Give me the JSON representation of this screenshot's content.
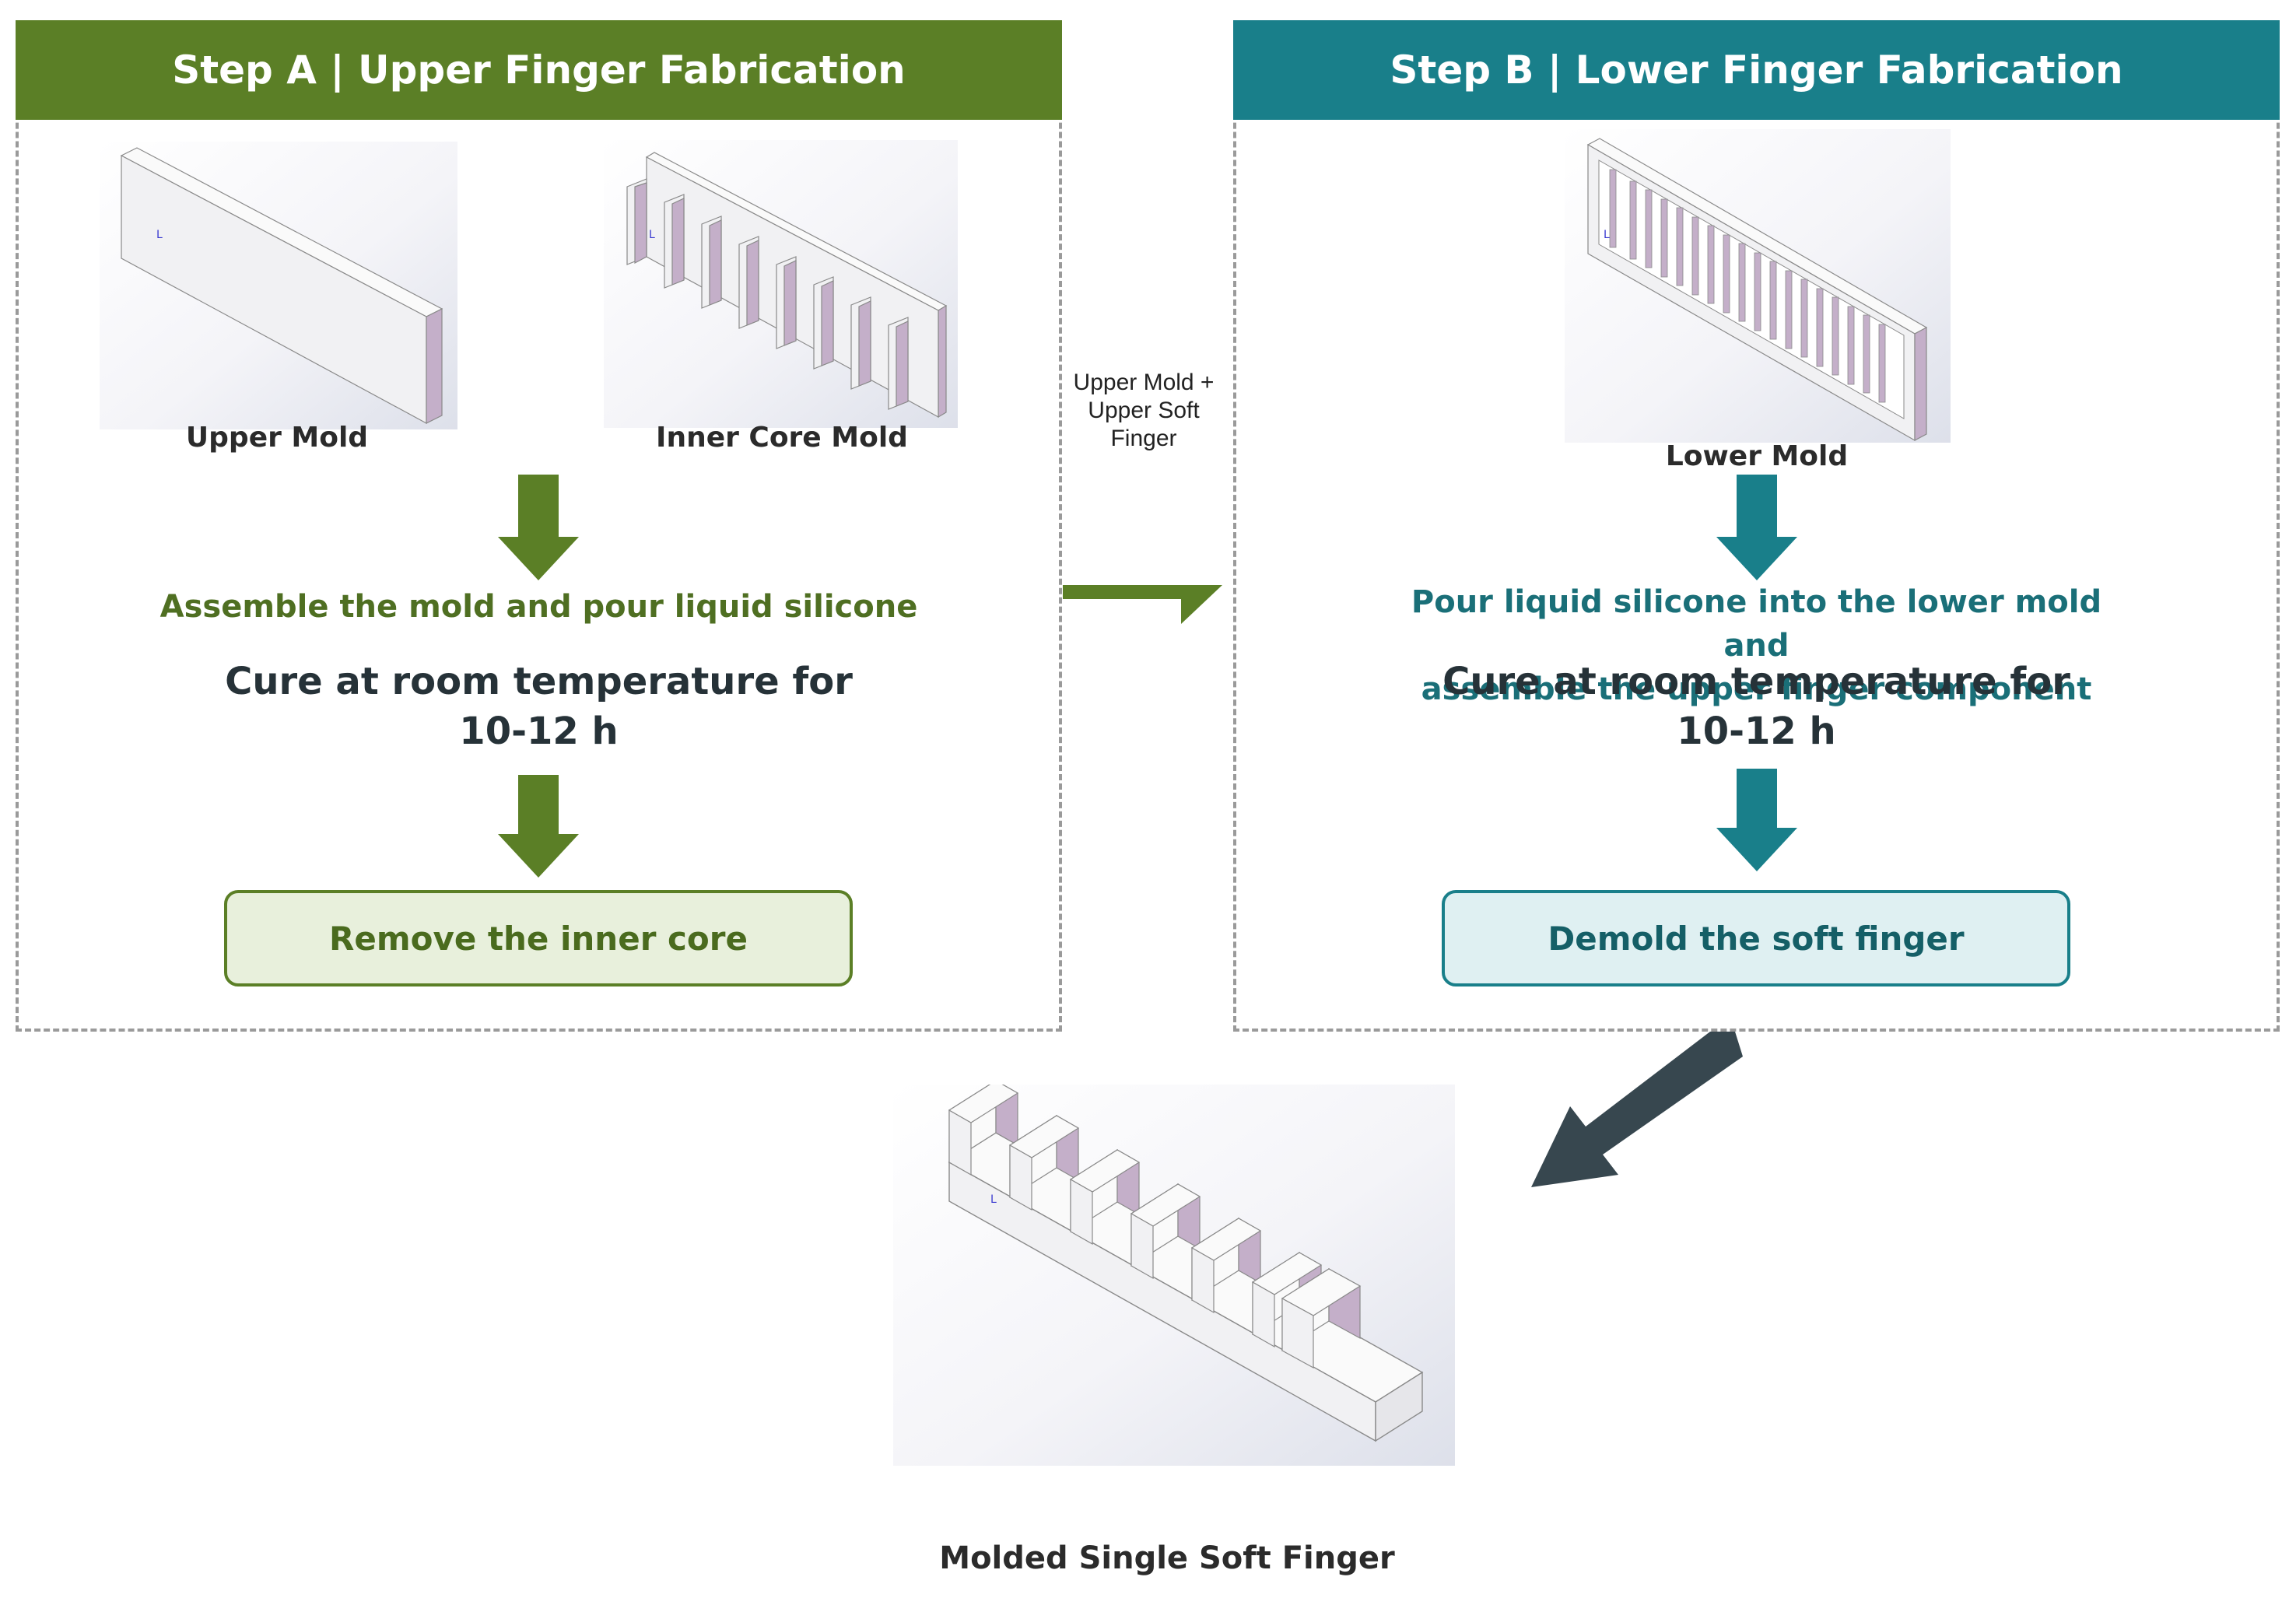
{
  "step_a": {
    "title": "Step A | Upper Finger Fabrication",
    "color": "#5b7f26",
    "light_color": "#e8f0dc",
    "mold_1_label": "Upper Mold",
    "mold_2_label": "Inner Core Mold",
    "instruction": "Assemble the mold and pour liquid silicone",
    "cure_line_1": "Cure at room temperature for",
    "cure_line_2": "10-12 h",
    "action": "Remove the inner core"
  },
  "step_b": {
    "title": "Step B | Lower Finger Fabrication",
    "color": "#197f8a",
    "light_color": "#dff0f2",
    "mold_label": "Lower Mold",
    "instruction_line_1": "Pour liquid silicone into the lower mold and",
    "instruction_line_2": "assemble the upper finger component",
    "cure_line_1": "Cure at room temperature for",
    "cure_line_2": "10-12 h",
    "action": "Demold the soft finger"
  },
  "connector": {
    "line_1": "Upper Mold +",
    "line_2": "Upper Soft",
    "line_3": "Finger"
  },
  "final": {
    "label": "Molded Single Soft Finger",
    "arrow_color": "#37474f"
  },
  "render_colors": {
    "face_light": "#f1f1f3",
    "face_top": "#fafafa",
    "face_accent": "#c4afc9",
    "edge": "#8a8a8a"
  }
}
